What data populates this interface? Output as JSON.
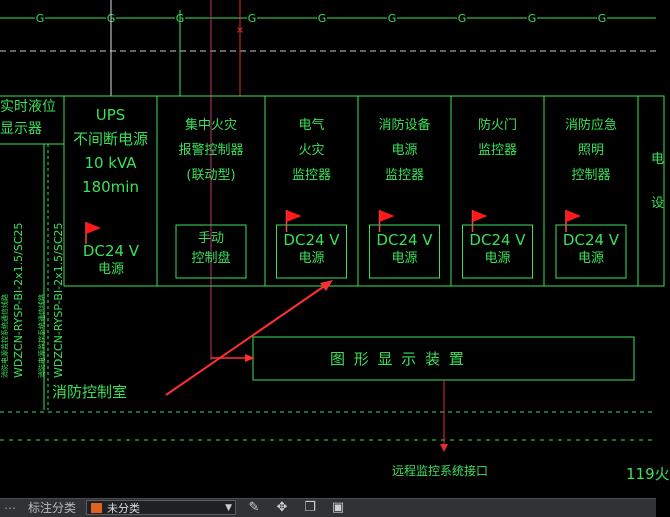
{
  "colors": {
    "background": "#000000",
    "line_green": "#3be05a",
    "label_yellow": "#d7e04a",
    "arrow_red": "#ff3030",
    "flag_red": "#ff1a1a",
    "statusbar_bg": "#303236",
    "swatch_orange": "#e0621f"
  },
  "top_bus": {
    "node_symbol": "G"
  },
  "left_panel": {
    "line1": "实时液位",
    "line2": "显示器"
  },
  "cabinets": [
    {
      "id": "ups",
      "lines": [
        "UPS",
        "不间断电源",
        "10 kVA",
        "180min"
      ],
      "flag": true,
      "sub_label": [
        "DC24 V",
        "电源"
      ]
    },
    {
      "id": "fire-alarm",
      "lines": [
        "集中火灾",
        "报警控制器",
        "(联动型)"
      ],
      "flag": false,
      "sub_label": [
        "手动",
        "控制盘"
      ]
    },
    {
      "id": "electrical-fire",
      "lines": [
        "电气",
        "火灾",
        "监控器"
      ],
      "flag": true,
      "sub_label": [
        "DC24 V",
        "电源"
      ]
    },
    {
      "id": "fire-equipment",
      "lines": [
        "消防设备",
        "电源",
        "监控器"
      ],
      "flag": true,
      "sub_label": [
        "DC24 V",
        "电源"
      ]
    },
    {
      "id": "fire-door",
      "lines": [
        "防火门",
        "监控器"
      ],
      "flag": true,
      "sub_label": [
        "DC24 V",
        "电源"
      ]
    },
    {
      "id": "emergency-lighting",
      "lines": [
        "消防应急",
        "照明",
        "控制器"
      ],
      "flag": true,
      "sub_label": [
        "DC24 V",
        "电源"
      ]
    }
  ],
  "right_edge_chars": [
    "电",
    "设"
  ],
  "cable_labels": {
    "cable1": "WDZCN-RYSP-BI-2x1.5/SC25",
    "cable2": "WDZCN-RYSP-BI-2x1.5/SC25",
    "small1": "消防电源监控系统通信线路",
    "small2": "消防电源监控系统通信线路"
  },
  "graphic_display": {
    "label": "图  形  显  示  装  置"
  },
  "room_label": "消防控制室",
  "remote_interface": "远程监控系统接口",
  "page_fragment": "119火",
  "statusbar": {
    "label": "标注分类",
    "select_value": "未分类",
    "icons": [
      "pencil-icon",
      "move-icon",
      "copy-icon",
      "stamp-icon"
    ]
  }
}
